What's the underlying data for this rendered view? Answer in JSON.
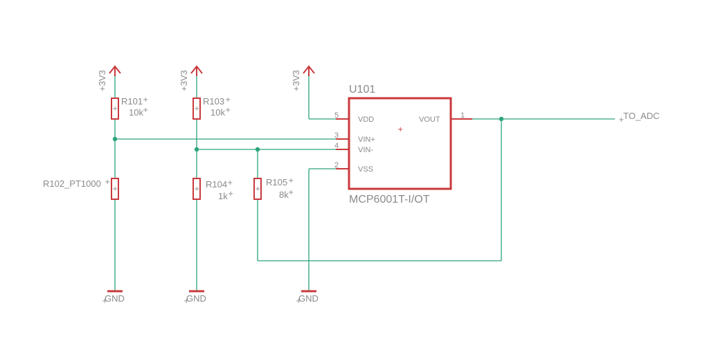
{
  "colors": {
    "wire": "#2aa57a",
    "component": "#c8383c",
    "text": "#8a8a8a"
  },
  "supplies": [
    {
      "label": "+3V3"
    },
    {
      "label": "+3V3"
    },
    {
      "label": "+3V3"
    }
  ],
  "grounds": [
    {
      "label": "GND"
    },
    {
      "label": "GND"
    },
    {
      "label": "GND"
    }
  ],
  "resistors": {
    "r101": {
      "name": "R101",
      "value": "10k"
    },
    "r103": {
      "name": "R103",
      "value": "10k"
    },
    "r102": {
      "name": "R102_PT1000",
      "value": ""
    },
    "r104": {
      "name": "R104",
      "value": "1k"
    },
    "r105": {
      "name": "R105",
      "value": "8k"
    }
  },
  "opamp": {
    "refdes": "U101",
    "part": "MCP6001T-I/OT",
    "pins": {
      "vdd": {
        "number": "5",
        "name": "VDD"
      },
      "vinp": {
        "number": "3",
        "name": "VIN+"
      },
      "vinn": {
        "number": "4",
        "name": "VIN-"
      },
      "vss": {
        "number": "2",
        "name": "VSS"
      },
      "vout": {
        "number": "1",
        "name": "VOUT"
      }
    }
  },
  "net_label": "TO_ADC",
  "origin_mark": "+"
}
